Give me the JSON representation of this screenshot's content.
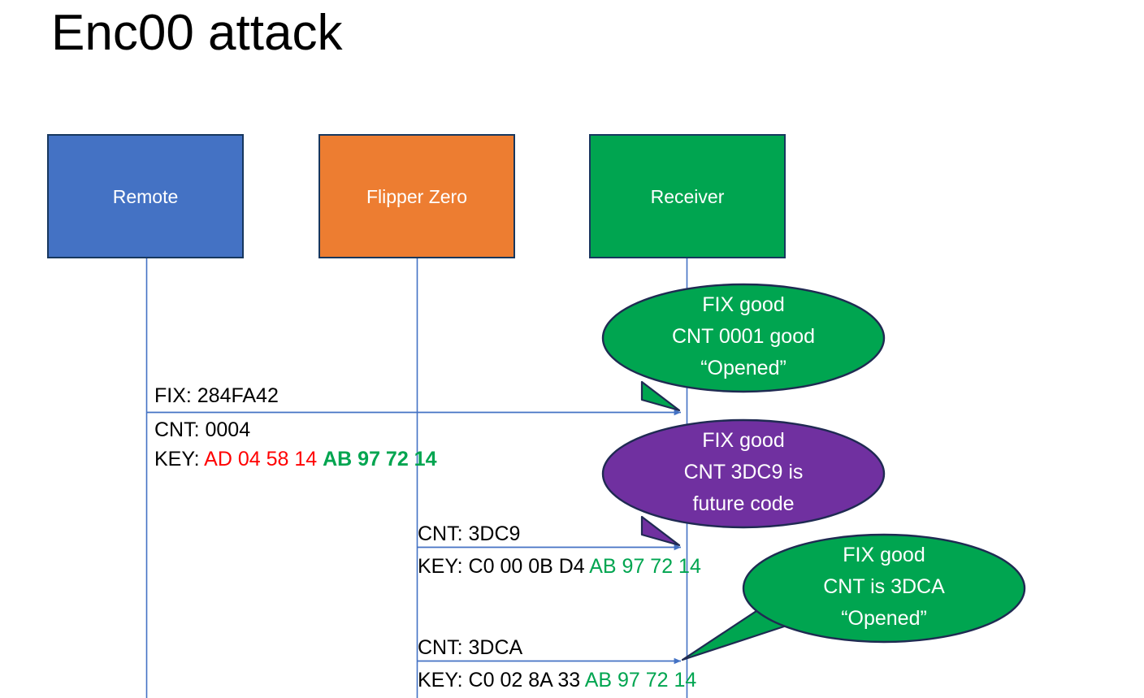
{
  "slide": {
    "title": "Enc00 attack",
    "background": "#ffffff"
  },
  "colors": {
    "remote_fill": "#4472C4",
    "flipper_fill": "#ED7D31",
    "receiver_fill": "#00A550",
    "box_border": "#17375E",
    "lifeline": "#4472C4",
    "arrow": "#4472C4",
    "bubble_green": "#00A550",
    "bubble_purple": "#7030A0",
    "bubble_outline": "#1F2A52",
    "text_black": "#000000",
    "text_red": "#FF0000",
    "text_green": "#00A550",
    "text_white": "#ffffff"
  },
  "actors": [
    {
      "id": "remote",
      "label": "Remote",
      "fill": "#4472C4"
    },
    {
      "id": "flipper",
      "label": "Flipper Zero",
      "fill": "#ED7D31"
    },
    {
      "id": "receiver",
      "label": "Receiver",
      "fill": "#00A550"
    }
  ],
  "messages": [
    {
      "id": "msg-1",
      "from": "remote",
      "to": "receiver",
      "above_label": "FIX: 284FA42",
      "below_line_1": "CNT: 0004",
      "below_line_2_prefix": "KEY: ",
      "below_line_2_red": "AD 04 58 14",
      "below_line_2_green": "AB 97 72 14"
    },
    {
      "id": "msg-2",
      "from": "flipper",
      "to": "receiver",
      "above_label": "CNT: 3DC9",
      "below_line_1_prefix": "KEY: C0 00 0B D4 ",
      "below_line_1_green": "AB 97 72 14"
    },
    {
      "id": "msg-3",
      "from": "flipper",
      "to": "receiver",
      "above_label": "CNT: 3DCA",
      "below_line_1_prefix": "KEY: C0 02 8A 33 ",
      "below_line_1_green": "AB 97 72 14"
    }
  ],
  "bubbles": [
    {
      "id": "bubble-1",
      "color": "#00A550",
      "lines": [
        "FIX good",
        "CNT 0001 good",
        "“Opened”"
      ]
    },
    {
      "id": "bubble-2",
      "color": "#7030A0",
      "lines": [
        "FIX good",
        "CNT 3DC9 is",
        "future code"
      ]
    },
    {
      "id": "bubble-3",
      "color": "#00A550",
      "lines": [
        "FIX good",
        "CNT is 3DCA",
        "“Opened”"
      ]
    }
  ]
}
